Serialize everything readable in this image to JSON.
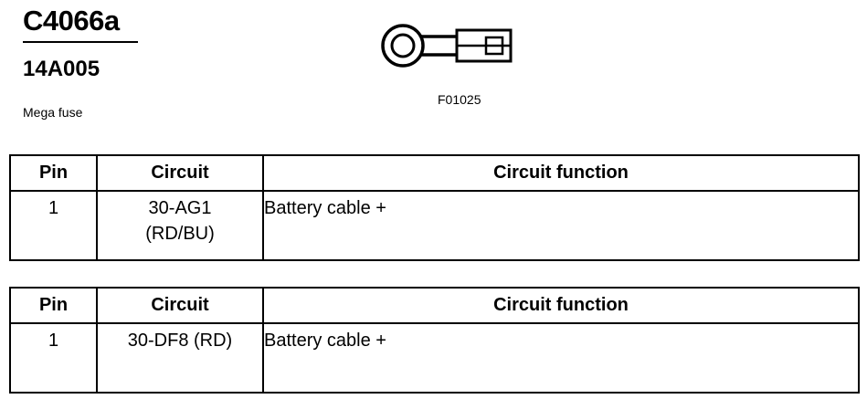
{
  "header": {
    "connector_id": "C4066a",
    "part_number": "14A005",
    "description": "Mega fuse"
  },
  "figure": {
    "icon": "ring-terminal-icon",
    "code": "F01025"
  },
  "tables": [
    {
      "headers": {
        "pin": "Pin",
        "circuit": "Circuit",
        "function": "Circuit function"
      },
      "rows": [
        {
          "pin": "1",
          "circuit_line1": "30-AG1",
          "circuit_line2": "(RD/BU)",
          "function": "Battery cable +"
        }
      ]
    },
    {
      "headers": {
        "pin": "Pin",
        "circuit": "Circuit",
        "function": "Circuit function"
      },
      "rows": [
        {
          "pin": "1",
          "circuit_line1": "30-DF8 (RD)",
          "function": "Battery cable +"
        }
      ]
    }
  ]
}
